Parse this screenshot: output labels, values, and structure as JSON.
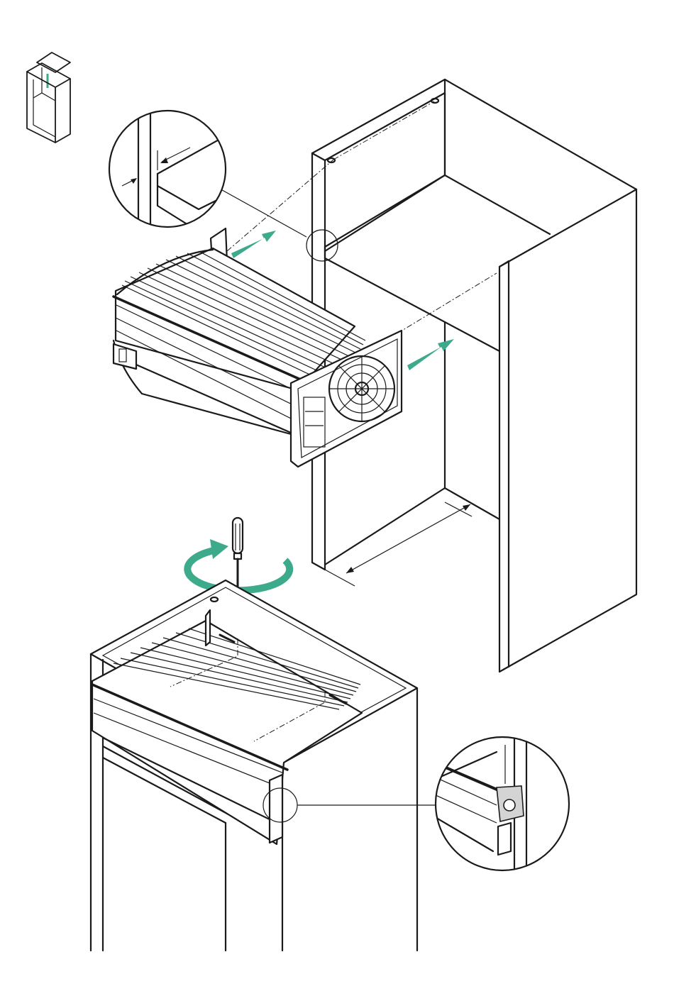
{
  "figure": {
    "type": "assembly-instruction",
    "steps": [
      "insert-roller-shutter-unit-into-cabinet",
      "fix-unit-with-screws"
    ]
  },
  "colors": {
    "accent": "#3daa8c",
    "line": "#1a1a1a",
    "background": "#ffffff",
    "part_highlight": "#d4d4d4"
  },
  "icons": {
    "cabinet_thumbnail": "cabinet-top-insert-icon",
    "insert_arrows": "green-arrow-icon",
    "rotate": "rotate-arrow-icon",
    "tool": "screwdriver-icon"
  }
}
